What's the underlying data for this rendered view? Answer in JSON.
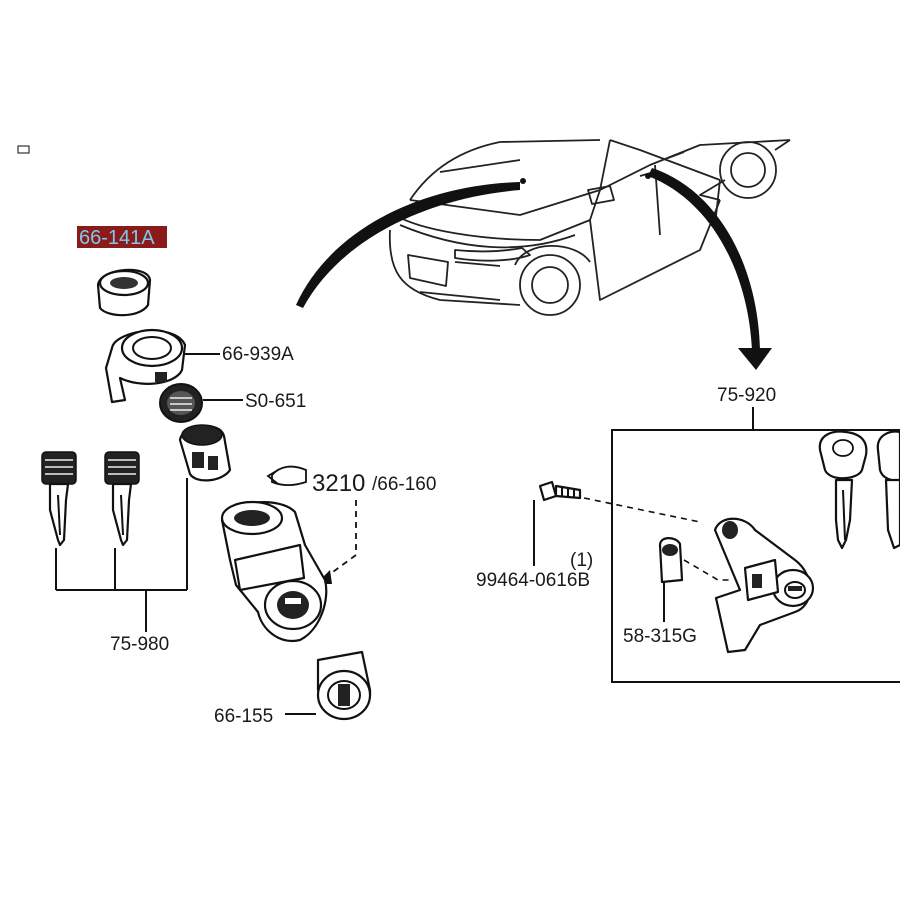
{
  "labels": {
    "highlighted": "66-141A",
    "housing": "66-939A",
    "cap": "S0-651",
    "switch_main": "3210",
    "switch_sub": "/66-160",
    "lower_cyl": "66-155",
    "keys_set": "75-980",
    "door_set": "75-920",
    "bolt": "99464-0616B",
    "bolt_qty": "(1)",
    "clip": "58-315G"
  },
  "colors": {
    "highlight_bg": "#8b1a1a",
    "highlight_text": "#7ec8e8",
    "line": "#111111"
  },
  "icons": {
    "corner_mark": "small-square-icon",
    "pointer": "pointing-hand-icon"
  }
}
